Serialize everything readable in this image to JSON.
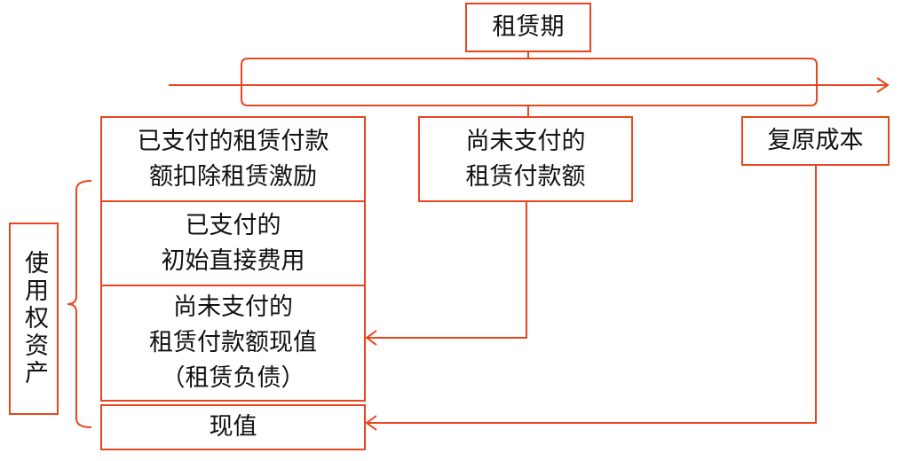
{
  "lease_term": "租赁期",
  "left_stack": {
    "paid_payments": [
      "已支付的租赁付款",
      "额扣除租赁激励"
    ],
    "initial_direct_costs": [
      "已支付的",
      "初始直接费用"
    ],
    "pv_unpaid": [
      "尚未支付的",
      "租赁付款额现值",
      "（租赁负债）"
    ],
    "present_value": "现值"
  },
  "unpaid_payments": [
    "尚未支付的",
    "租赁付款额"
  ],
  "restoration_cost": "复原成本",
  "rou_asset": "使用权资产",
  "colors": {
    "accent": "#e8461e"
  }
}
